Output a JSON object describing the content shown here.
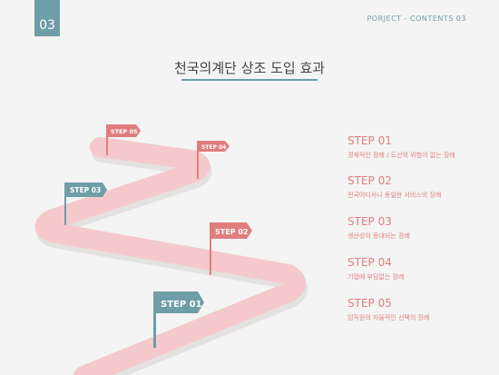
{
  "header": {
    "section_number": "03",
    "label": "PORJECT - CONTENTS 03"
  },
  "title": "천국의계단 상조 도입 효과",
  "flags": [
    "STEP 01",
    "STEP 02",
    "STEP 03",
    "STEP 04",
    "STEP 05"
  ],
  "steps": [
    {
      "title": "STEP 01",
      "desc": "경제적인 장례 / 도산의 위험이 없는 장례"
    },
    {
      "title": "STEP 02",
      "desc": "전국어디서나 동일한 서비스의 장례"
    },
    {
      "title": "STEP 03",
      "desc": "생산성이 증대되는 장례"
    },
    {
      "title": "STEP 04",
      "desc": "기업에 부담없는 장례"
    },
    {
      "title": "STEP 05",
      "desc": "임직원의 자율적인 선택의 장례"
    }
  ],
  "colors": {
    "accent_teal": "#6e9ea7",
    "accent_pink": "#e07e7e",
    "road": "#f5c9cb",
    "road_shadow": "#e4e1e1"
  }
}
